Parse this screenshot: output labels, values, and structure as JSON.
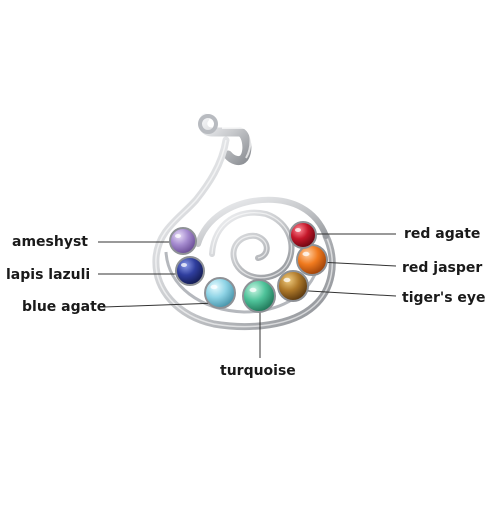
{
  "labels": {
    "amethyst": "ameshyst",
    "lapis": "lapis lazuli",
    "blue_agate": "blue agate",
    "turquoise": "turquoise",
    "red_agate": "red agate",
    "red_jasper": "red jasper",
    "tigers_eye": "tiger's eye"
  },
  "colors": {
    "metal": "#c8cacd",
    "metal_dark": "#8e9196",
    "amethyst": "#a58bcf",
    "lapis": "#2f3e9e",
    "blue_agate": "#8fd4e6",
    "turquoise": "#4fc39a",
    "red_agate": "#c4172a",
    "red_jasper": "#f07a1e",
    "tigers_eye": "#b07a2a",
    "leader": "#333333"
  }
}
